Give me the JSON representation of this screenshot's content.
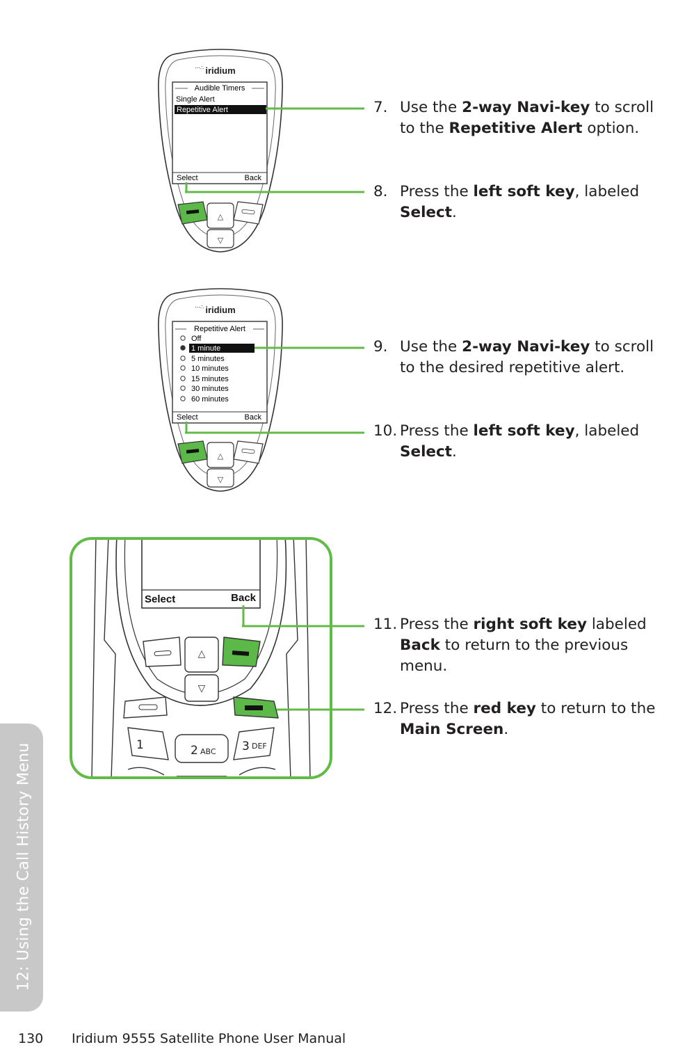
{
  "brand": "iridium",
  "phone1": {
    "menu_title": "Audible Timers",
    "items": [
      "Single Alert",
      "Repetitive Alert"
    ],
    "left_soft": "Select",
    "right_soft": "Back"
  },
  "phone2": {
    "menu_title": "Repetitive Alert",
    "options": [
      "Off",
      "1 minute",
      "5 minutes",
      "10 minutes",
      "15 minutes",
      "30 minutes",
      "60 minutes"
    ],
    "left_soft": "Select",
    "right_soft": "Back"
  },
  "phone3": {
    "left_soft": "Select",
    "right_soft": "Back",
    "keys": [
      "1",
      "2",
      "ABC",
      "3",
      "DEF"
    ]
  },
  "steps": [
    {
      "num": "7.",
      "parts": [
        [
          "Use the ",
          false
        ],
        [
          "2-way Navi-key",
          true
        ],
        [
          " to scroll to the ",
          false
        ],
        [
          "Repetitive Alert",
          true
        ],
        [
          " option.",
          false
        ]
      ]
    },
    {
      "num": "8.",
      "parts": [
        [
          "Press the ",
          false
        ],
        [
          "left soft key",
          true
        ],
        [
          ", labeled ",
          false
        ],
        [
          "Select",
          true
        ],
        [
          ".",
          false
        ]
      ]
    },
    {
      "num": "9.",
      "parts": [
        [
          "Use the ",
          false
        ],
        [
          "2-way Navi-key",
          true
        ],
        [
          " to scroll to the desired repetitive alert.",
          false
        ]
      ]
    },
    {
      "num": "10.",
      "parts": [
        [
          "Press the ",
          false
        ],
        [
          "left soft key",
          true
        ],
        [
          ", labeled ",
          false
        ],
        [
          "Select",
          true
        ],
        [
          ".",
          false
        ]
      ]
    },
    {
      "num": "11.",
      "parts": [
        [
          "Press the ",
          false
        ],
        [
          "right soft key",
          true
        ],
        [
          " labeled ",
          false
        ],
        [
          "Back",
          true
        ],
        [
          " to return to the previous menu.",
          false
        ]
      ]
    },
    {
      "num": "12.",
      "parts": [
        [
          "Press the ",
          false
        ],
        [
          "red key",
          true
        ],
        [
          " to return to the ",
          false
        ],
        [
          "Main Screen",
          true
        ],
        [
          ".",
          false
        ]
      ]
    }
  ],
  "sidebar_label": "12: Using the Call History Menu",
  "footer": {
    "page_number": "130",
    "manual_title": "Iridium 9555 Satellite Phone User Manual"
  },
  "colors": {
    "accent_green": "#62bb46",
    "key_green": "#5db84a",
    "sidebar_gray": "#c8c8c8"
  }
}
